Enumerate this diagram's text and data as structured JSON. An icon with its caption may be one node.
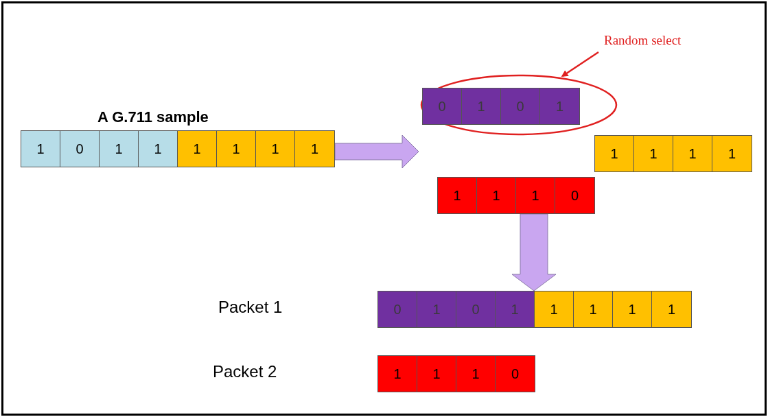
{
  "diagram": {
    "nodes": [
      {
        "text": [
          "A G.711 sample"
        ]
      },
      {
        "text": [
          "1"
        ],
        "in": 0
      },
      {
        "text": [
          "0"
        ],
        "in": 0
      },
      {
        "text": [
          "1"
        ],
        "in": 0
      },
      {
        "text": [
          "1"
        ],
        "in": 0
      },
      {
        "text": [
          "1"
        ],
        "in": 0
      },
      {
        "text": [
          "1"
        ],
        "in": 0
      },
      {
        "text": [
          "1"
        ],
        "in": 0
      },
      {
        "text": [
          "1"
        ],
        "in": 0
      },
      {
        "text": [],
        "shape": "ellipse"
      },
      {
        "text": [
          "Random select"
        ]
      },
      {
        "text": [],
        "shape": "bar",
        "in": 9
      },
      {
        "text": [
          "0"
        ],
        "in": 11
      },
      {
        "text": [
          "1"
        ],
        "in": 11
      },
      {
        "text": [
          "0"
        ],
        "in": 11
      },
      {
        "text": [
          "1"
        ],
        "in": 11
      },
      {
        "text": [],
        "shape": "bar"
      },
      {
        "text": [
          "1"
        ],
        "in": 16
      },
      {
        "text": [
          "1"
        ],
        "in": 16
      },
      {
        "text": [
          "1"
        ],
        "in": 16
      },
      {
        "text": [
          "1"
        ],
        "in": 16
      },
      {
        "text": [],
        "shape": "bar"
      },
      {
        "text": [
          "1"
        ],
        "in": 21
      },
      {
        "text": [
          "1"
        ],
        "in": 21
      },
      {
        "text": [
          "1"
        ],
        "in": 21
      },
      {
        "text": [
          "0"
        ],
        "in": 21
      },
      {
        "text": [],
        "shape": "bar"
      },
      {
        "text": [
          "0"
        ],
        "in": 26
      },
      {
        "text": [
          "1"
        ],
        "in": 26
      },
      {
        "text": [
          "0"
        ],
        "in": 26
      },
      {
        "text": [
          "1"
        ],
        "in": 26
      },
      {
        "text": [
          "1"
        ],
        "in": 26
      },
      {
        "text": [
          "1"
        ],
        "in": 26
      },
      {
        "text": [
          "1"
        ],
        "in": 26
      },
      {
        "text": [
          "1"
        ],
        "in": 26
      },
      {
        "text": [],
        "shape": "bar"
      },
      {
        "text": [
          "1"
        ],
        "in": 35
      },
      {
        "text": [
          "1"
        ],
        "in": 35
      },
      {
        "text": [
          "1"
        ],
        "in": 35
      },
      {
        "text": [
          "0"
        ],
        "in": 35
      }
    ],
    "edges": [
      {
        "from": 0,
        "to": null,
        "arrow": "to",
        "style": "thick"
      },
      {
        "from": 21,
        "to": 26,
        "arrow": "to",
        "style": "thick"
      },
      {
        "from": 10,
        "to": 9,
        "arrow": "to",
        "color": "#e02020"
      }
    ],
    "labels": [
      "Packet 1",
      "Packet 2"
    ]
  }
}
